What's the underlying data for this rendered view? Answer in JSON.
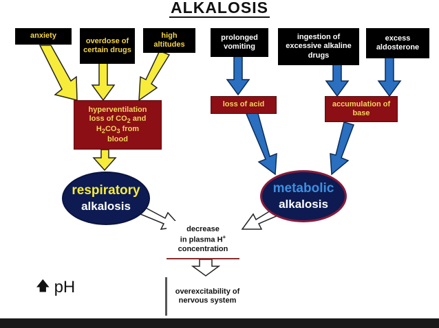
{
  "title": "ALKALOSIS",
  "colors": {
    "yellow_causes_text": "#f5d547",
    "white_causes_text": "#ffffff",
    "red_box": "#8b0f14",
    "red_box_text": "#f4d35e",
    "yellow_arrow": "#f7ec3a",
    "blue_arrow": "#2a6fc0",
    "navy_ellipse": "#0d1b52",
    "metabolic_border": "#8a1a3a"
  },
  "causes_left": [
    {
      "label": "anxiety"
    },
    {
      "label": "overdose of certain drugs"
    },
    {
      "label": "high altitudes"
    }
  ],
  "causes_right": [
    {
      "label": "prolonged vomiting"
    },
    {
      "label": "ingestion of excessive alkaline drugs"
    },
    {
      "label": "excess aldosterone"
    }
  ],
  "hyperventilation": {
    "line1": "hyperventilation",
    "line2": "loss of CO",
    "sub2": "2",
    "line2b": " and",
    "line3a": "H",
    "sub3a": "2",
    "line3b": "CO",
    "sub3b": "3",
    "line3c": " from",
    "line4": "blood"
  },
  "loss_of_acid": "loss of acid",
  "accumulation": "accumulation of base",
  "respiratory": {
    "line1": "respiratory",
    "line2": "alkalosis"
  },
  "metabolic": {
    "line1": "metabolic",
    "line2": "alkalosis"
  },
  "decrease": {
    "line1": "decrease",
    "line2": "in plasma H",
    "sup": "+",
    "line3": "concentration"
  },
  "overexcitability": "overexcitability of nervous system",
  "ph": {
    "arrow": "🡅",
    "label": "pH"
  }
}
